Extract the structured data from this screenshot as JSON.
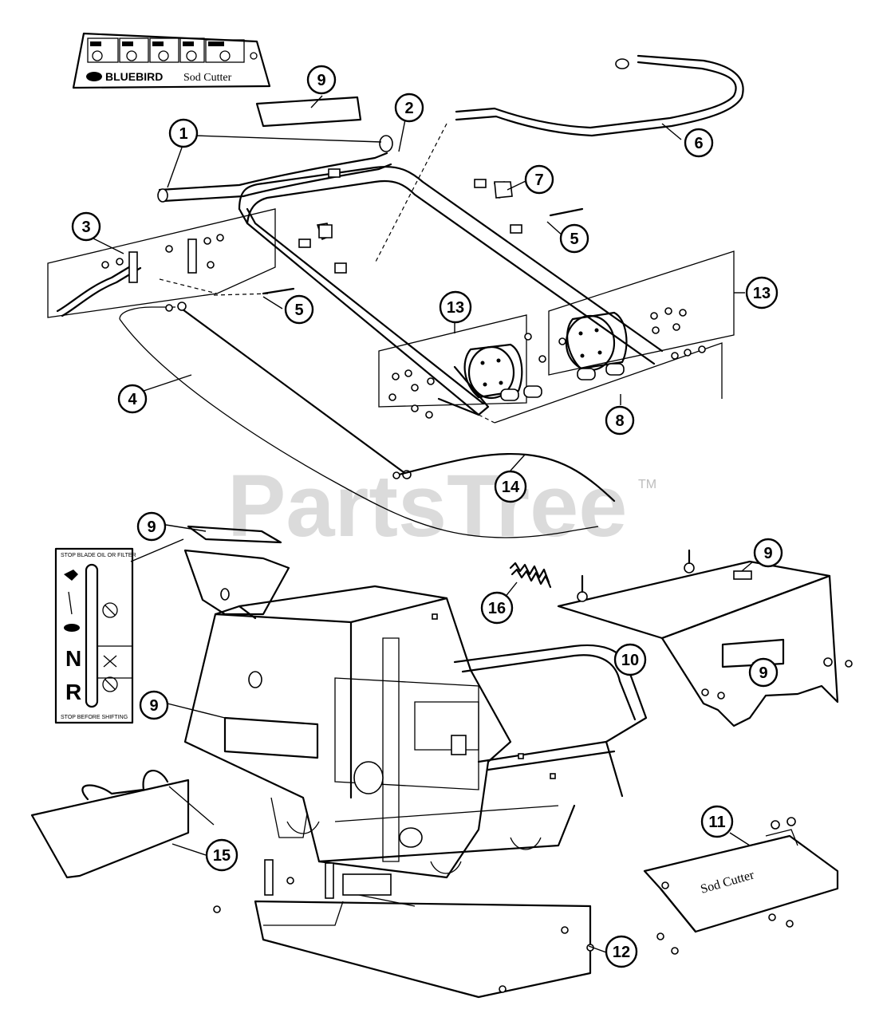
{
  "watermark": {
    "text": "PartsTree",
    "trademark": "TM"
  },
  "brand_decal": {
    "brand": "BLUEBIRD",
    "model": "Sod Cutter"
  },
  "control_decal": {
    "top_text": "STOP BLADE OIL OR FILTER",
    "neutral": "N",
    "reverse": "R",
    "bottom_text": "STOP BEFORE SHIFTING"
  },
  "plate_decal": {
    "text": "Sod Cutter"
  },
  "callouts": [
    {
      "id": "c1",
      "label": "1"
    },
    {
      "id": "c2",
      "label": "2"
    },
    {
      "id": "c3",
      "label": "3"
    },
    {
      "id": "c4",
      "label": "4"
    },
    {
      "id": "c5a",
      "label": "5"
    },
    {
      "id": "c5b",
      "label": "5"
    },
    {
      "id": "c6",
      "label": "6"
    },
    {
      "id": "c7",
      "label": "7"
    },
    {
      "id": "c8",
      "label": "8"
    },
    {
      "id": "c9a",
      "label": "9"
    },
    {
      "id": "c9b",
      "label": "9"
    },
    {
      "id": "c9c",
      "label": "9"
    },
    {
      "id": "c9d",
      "label": "9"
    },
    {
      "id": "c9e",
      "label": "9"
    },
    {
      "id": "c10",
      "label": "10"
    },
    {
      "id": "c11",
      "label": "11"
    },
    {
      "id": "c12",
      "label": "12"
    },
    {
      "id": "c13a",
      "label": "13"
    },
    {
      "id": "c13b",
      "label": "13"
    },
    {
      "id": "c14",
      "label": "14"
    },
    {
      "id": "c15",
      "label": "15"
    },
    {
      "id": "c16",
      "label": "16"
    }
  ]
}
